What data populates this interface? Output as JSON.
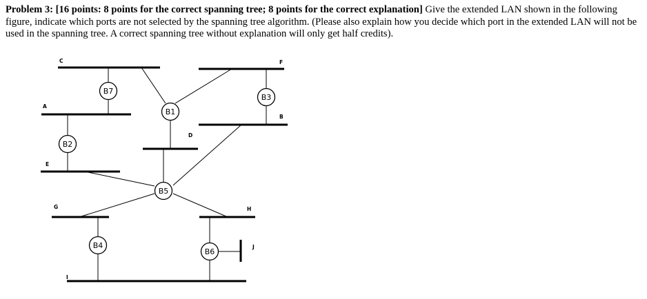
{
  "problem": {
    "heading": "Problem 3: [16 points: 8 points for the correct spanning tree; 8 points for the correct explanation]",
    "body": " Give the extended LAN shown in the following figure, indicate which ports are not selected by the spanning tree algorithm. (Please also explain how you decide which port in the extended LAN will not be used in the spanning tree. A correct spanning tree without explanation will only get half credits)."
  },
  "diagram": {
    "lan_labels": {
      "A": "A",
      "B": "B",
      "C": "C",
      "D": "D",
      "E": "E",
      "F": "F",
      "G": "G",
      "H": "H",
      "I": "I",
      "J": "J"
    },
    "bridge_labels": {
      "B1": "B1",
      "B2": "B2",
      "B3": "B3",
      "B4": "B4",
      "B5": "B5",
      "B6": "B6",
      "B7": "B7"
    }
  }
}
